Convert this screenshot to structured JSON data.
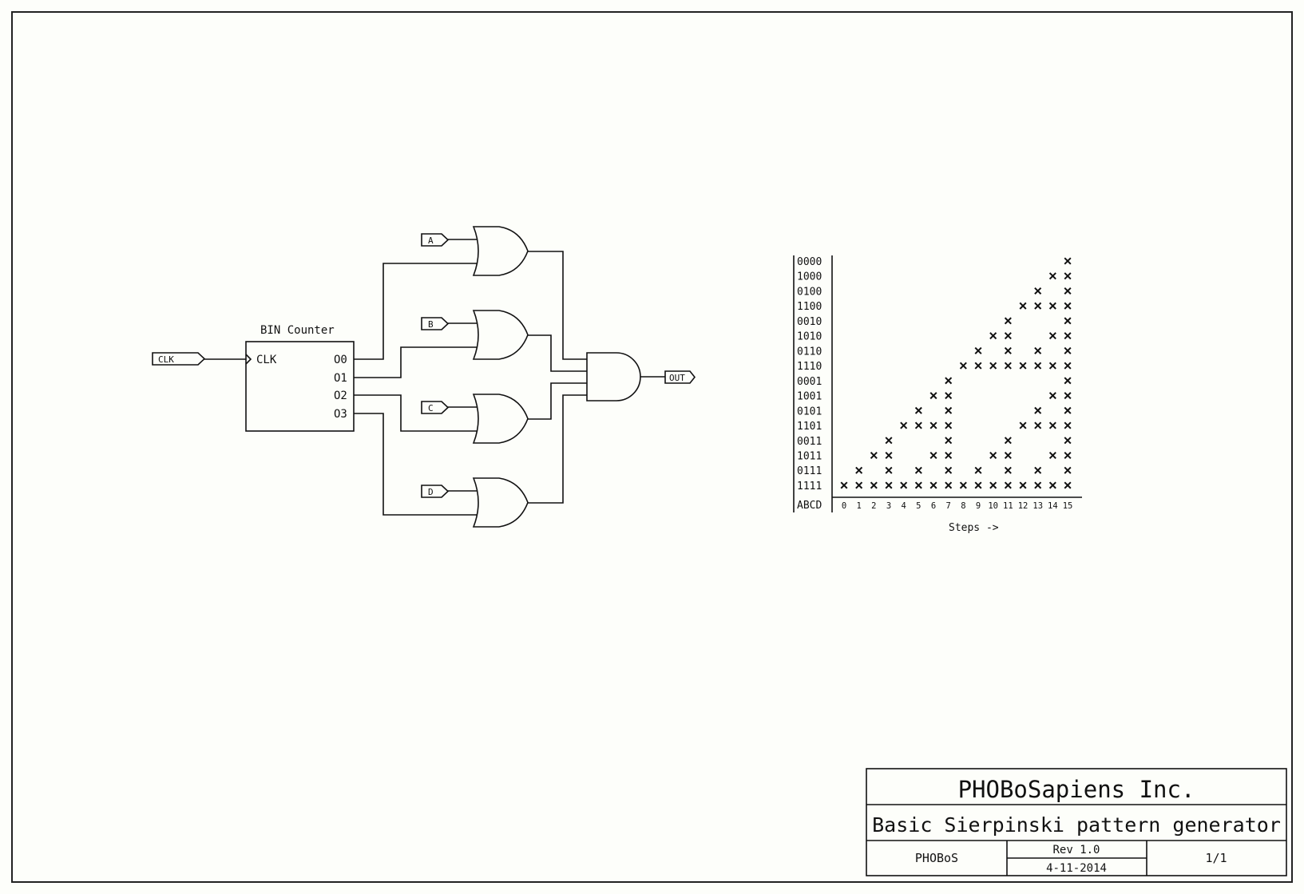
{
  "circuit": {
    "clock_label": "CLK",
    "counter": {
      "title": "BIN Counter",
      "clock_pin": "CLK",
      "outputs": [
        "O0",
        "O1",
        "O2",
        "O3"
      ]
    },
    "inputs": [
      "A",
      "B",
      "C",
      "D"
    ],
    "or_gates": [
      "or-gate-a",
      "or-gate-b",
      "or-gate-c",
      "or-gate-d"
    ],
    "and_gate": "and-gate",
    "output_label": "OUT"
  },
  "chart_data": {
    "type": "table",
    "title": "",
    "xlabel": "Steps ->",
    "ylabel": "ABCD",
    "x": [
      "0",
      "1",
      "2",
      "3",
      "4",
      "5",
      "6",
      "7",
      "8",
      "9",
      "10",
      "11",
      "12",
      "13",
      "14",
      "15"
    ],
    "rows": [
      "0000",
      "1000",
      "0100",
      "1100",
      "0010",
      "1010",
      "0110",
      "1110",
      "0001",
      "1001",
      "0101",
      "1101",
      "0011",
      "1011",
      "0111",
      "1111"
    ],
    "marker": "x",
    "marks": [
      [
        0,
        0,
        0,
        0,
        0,
        0,
        0,
        0,
        0,
        0,
        0,
        0,
        0,
        0,
        0,
        1
      ],
      [
        0,
        0,
        0,
        0,
        0,
        0,
        0,
        0,
        0,
        0,
        0,
        0,
        0,
        0,
        1,
        1
      ],
      [
        0,
        0,
        0,
        0,
        0,
        0,
        0,
        0,
        0,
        0,
        0,
        0,
        0,
        1,
        0,
        1
      ],
      [
        0,
        0,
        0,
        0,
        0,
        0,
        0,
        0,
        0,
        0,
        0,
        0,
        1,
        1,
        1,
        1
      ],
      [
        0,
        0,
        0,
        0,
        0,
        0,
        0,
        0,
        0,
        0,
        0,
        1,
        0,
        0,
        0,
        1
      ],
      [
        0,
        0,
        0,
        0,
        0,
        0,
        0,
        0,
        0,
        0,
        1,
        1,
        0,
        0,
        1,
        1
      ],
      [
        0,
        0,
        0,
        0,
        0,
        0,
        0,
        0,
        0,
        1,
        0,
        1,
        0,
        1,
        0,
        1
      ],
      [
        0,
        0,
        0,
        0,
        0,
        0,
        0,
        0,
        1,
        1,
        1,
        1,
        1,
        1,
        1,
        1
      ],
      [
        0,
        0,
        0,
        0,
        0,
        0,
        0,
        1,
        0,
        0,
        0,
        0,
        0,
        0,
        0,
        1
      ],
      [
        0,
        0,
        0,
        0,
        0,
        0,
        1,
        1,
        0,
        0,
        0,
        0,
        0,
        0,
        1,
        1
      ],
      [
        0,
        0,
        0,
        0,
        0,
        1,
        0,
        1,
        0,
        0,
        0,
        0,
        0,
        1,
        0,
        1
      ],
      [
        0,
        0,
        0,
        0,
        1,
        1,
        1,
        1,
        0,
        0,
        0,
        0,
        1,
        1,
        1,
        1
      ],
      [
        0,
        0,
        0,
        1,
        0,
        0,
        0,
        1,
        0,
        0,
        0,
        1,
        0,
        0,
        0,
        1
      ],
      [
        0,
        0,
        1,
        1,
        0,
        0,
        1,
        1,
        0,
        0,
        1,
        1,
        0,
        0,
        1,
        1
      ],
      [
        0,
        1,
        0,
        1,
        0,
        1,
        0,
        1,
        0,
        1,
        0,
        1,
        0,
        1,
        0,
        1
      ],
      [
        1,
        1,
        1,
        1,
        1,
        1,
        1,
        1,
        1,
        1,
        1,
        1,
        1,
        1,
        1,
        1
      ]
    ]
  },
  "title_block": {
    "company": "PHOBoSapiens Inc.",
    "title": "Basic Sierpinski pattern generator",
    "author": "PHOBoS",
    "revision": "Rev 1.0",
    "date": "4-11-2014",
    "sheet": "1/1"
  }
}
